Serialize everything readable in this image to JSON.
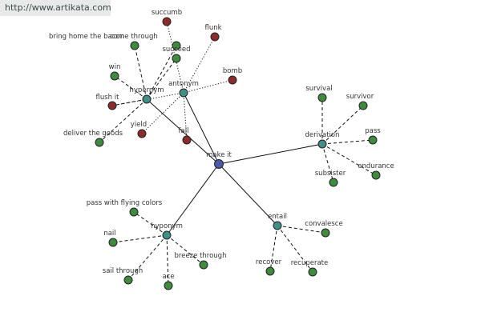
{
  "watermark": "http://www.artikata.com",
  "colors": {
    "center": "#4a5aa8",
    "relation": "#3f8f88",
    "synonym": "#3c8c3c",
    "antonym": "#8e2a2a"
  },
  "nodes": [
    {
      "id": "make-it",
      "label": "make it",
      "kind": "center"
    },
    {
      "id": "hypernym",
      "label": "hypernym",
      "kind": "relation"
    },
    {
      "id": "antonym",
      "label": "antonym",
      "kind": "relation"
    },
    {
      "id": "derivation",
      "label": "derivation",
      "kind": "relation"
    },
    {
      "id": "hyponym",
      "label": "hyponym",
      "kind": "relation"
    },
    {
      "id": "entail",
      "label": "entail",
      "kind": "relation"
    },
    {
      "id": "bring-home-the-bacon",
      "label": "bring home the bacon",
      "kind": "synonym"
    },
    {
      "id": "come-through",
      "label": "come through",
      "kind": "synonym"
    },
    {
      "id": "win",
      "label": "win",
      "kind": "synonym"
    },
    {
      "id": "flush-it",
      "label": "flush it",
      "kind": "antonym"
    },
    {
      "id": "deliver-the-goods",
      "label": "deliver the goods",
      "kind": "synonym"
    },
    {
      "id": "succeed",
      "label": "succeed",
      "kind": "synonym"
    },
    {
      "id": "succumb",
      "label": "succumb",
      "kind": "antonym"
    },
    {
      "id": "flunk",
      "label": "flunk",
      "kind": "antonym"
    },
    {
      "id": "bomb",
      "label": "bomb",
      "kind": "antonym"
    },
    {
      "id": "yield",
      "label": "yield",
      "kind": "antonym"
    },
    {
      "id": "fail",
      "label": "fail",
      "kind": "antonym"
    },
    {
      "id": "survival",
      "label": "survival",
      "kind": "synonym"
    },
    {
      "id": "survivor",
      "label": "survivor",
      "kind": "synonym"
    },
    {
      "id": "pass-d",
      "label": "pass",
      "kind": "synonym"
    },
    {
      "id": "endurance",
      "label": "endurance",
      "kind": "synonym"
    },
    {
      "id": "subsister",
      "label": "subsister",
      "kind": "synonym"
    },
    {
      "id": "pass-with-flying-colors",
      "label": "pass with flying colors",
      "kind": "synonym"
    },
    {
      "id": "nail",
      "label": "nail",
      "kind": "synonym"
    },
    {
      "id": "sail-through",
      "label": "sail through",
      "kind": "synonym"
    },
    {
      "id": "ace",
      "label": "ace",
      "kind": "synonym"
    },
    {
      "id": "breeze-through",
      "label": "breeze through",
      "kind": "synonym"
    },
    {
      "id": "convalesce",
      "label": "convalesce",
      "kind": "synonym"
    },
    {
      "id": "recover",
      "label": "recover",
      "kind": "synonym"
    },
    {
      "id": "recuperate",
      "label": "recuperate",
      "kind": "synonym"
    }
  ],
  "edges": [
    {
      "from": "make-it",
      "to": "hypernym",
      "style": "solid"
    },
    {
      "from": "make-it",
      "to": "antonym",
      "style": "solid"
    },
    {
      "from": "make-it",
      "to": "derivation",
      "style": "solid"
    },
    {
      "from": "make-it",
      "to": "hyponym",
      "style": "solid"
    },
    {
      "from": "make-it",
      "to": "entail",
      "style": "solid"
    },
    {
      "from": "hypernym",
      "to": "bring-home-the-bacon",
      "style": "dash"
    },
    {
      "from": "hypernym",
      "to": "come-through",
      "style": "dash"
    },
    {
      "from": "hypernym",
      "to": "win",
      "style": "dash"
    },
    {
      "from": "hypernym",
      "to": "flush-it",
      "style": "dash"
    },
    {
      "from": "hypernym",
      "to": "deliver-the-goods",
      "style": "dash"
    },
    {
      "from": "hypernym",
      "to": "succeed",
      "style": "dash"
    },
    {
      "from": "antonym",
      "to": "succumb",
      "style": "dot"
    },
    {
      "from": "antonym",
      "to": "flunk",
      "style": "dot"
    },
    {
      "from": "antonym",
      "to": "bomb",
      "style": "dot"
    },
    {
      "from": "antonym",
      "to": "flush-it",
      "style": "dot"
    },
    {
      "from": "antonym",
      "to": "yield",
      "style": "dot"
    },
    {
      "from": "antonym",
      "to": "fail",
      "style": "dot"
    },
    {
      "from": "derivation",
      "to": "survival",
      "style": "dash"
    },
    {
      "from": "derivation",
      "to": "survivor",
      "style": "dash"
    },
    {
      "from": "derivation",
      "to": "pass-d",
      "style": "dash"
    },
    {
      "from": "derivation",
      "to": "endurance",
      "style": "dash"
    },
    {
      "from": "derivation",
      "to": "subsister",
      "style": "dash"
    },
    {
      "from": "hyponym",
      "to": "pass-with-flying-colors",
      "style": "dash"
    },
    {
      "from": "hyponym",
      "to": "nail",
      "style": "dash"
    },
    {
      "from": "hyponym",
      "to": "sail-through",
      "style": "dash"
    },
    {
      "from": "hyponym",
      "to": "ace",
      "style": "dash"
    },
    {
      "from": "hyponym",
      "to": "breeze-through",
      "style": "dash"
    },
    {
      "from": "entail",
      "to": "convalesce",
      "style": "dash"
    },
    {
      "from": "entail",
      "to": "recover",
      "style": "dash"
    },
    {
      "from": "entail",
      "to": "recuperate",
      "style": "dash"
    }
  ]
}
